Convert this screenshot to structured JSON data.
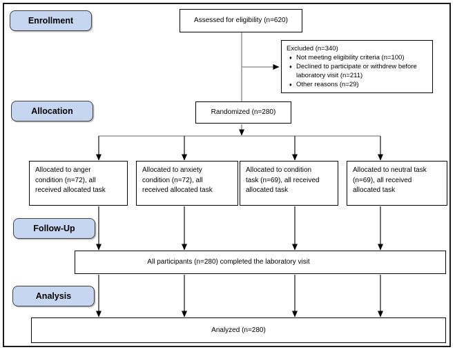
{
  "stages": {
    "enrollment": "Enrollment",
    "allocation": "Allocation",
    "followup": "Follow-Up",
    "analysis": "Analysis"
  },
  "flow": {
    "assessed": "Assessed for eligibility (n=620)",
    "excluded": {
      "title": "Excluded (n=340)",
      "bullet_char": "♦",
      "items": [
        "Not meeting eligibility criteria (n=100)",
        "Declined to participate or withdrew before laboratory visit (n=211)",
        "Other reasons (n=29)"
      ]
    },
    "randomized": "Randomized (n=280)",
    "allocations": [
      "Allocated to anger condition (n=72), all received allocated task",
      "Allocated to anxiety condition (n=72), all received allocated task",
      "Allocated to condition task (n=69), all received allocated task",
      "Allocated to neutral task (n=69), all received allocated task"
    ],
    "followup_completed": "All participants (n=280) completed the laboratory visit",
    "analyzed": "Analyzed (n=280)"
  },
  "colors": {
    "stage_fill": "#c6d5f0",
    "stage_border": "#404040",
    "box_border": "#000000",
    "frame_border": "#1a1a1a",
    "line_gray": "#9a9a9a",
    "line_dark": "#333333",
    "arrowhead": "#000000"
  }
}
